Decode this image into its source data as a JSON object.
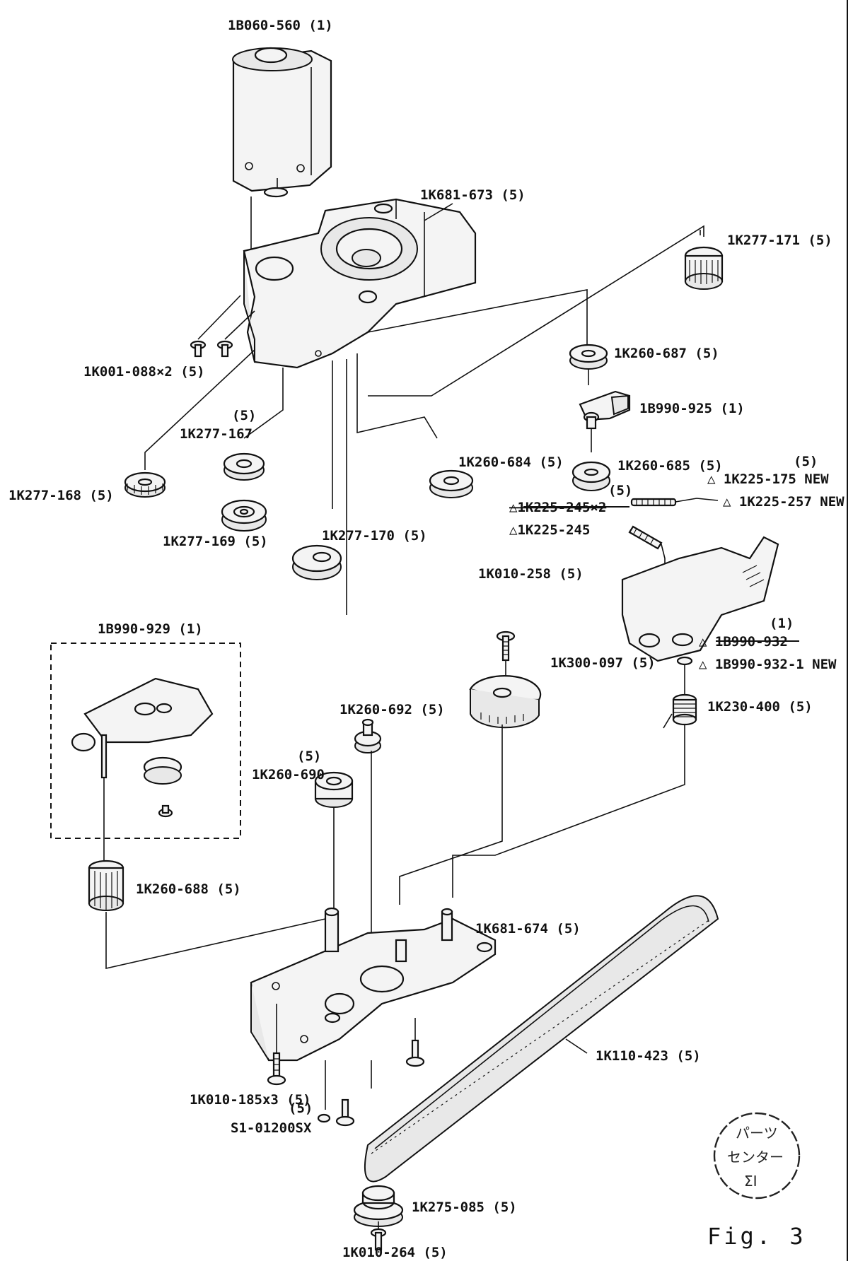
{
  "figure_label": "Fig. 3",
  "labels": {
    "motor": "1B060-560 (1)",
    "upper_frame": "1K681-673 (5)",
    "gear_171": "1K277-171 (5)",
    "screws_088": "1K001-088×2 (5)",
    "gear_687": "1K260-687 (5)",
    "lever_925": "1B990-925 (1)",
    "gear_167_qty": "(5)",
    "gear_167": "1K277-167",
    "gear_168": "1K277-168 (5)",
    "gear_169": "1K277-169 (5)",
    "gear_170": "1K277-170 (5)",
    "gear_684": "1K260-684 (5)",
    "gear_685": "1K260-685 (5)",
    "spring_qty_a": "(5)",
    "spring_175": "△ 1K225-175 NEW",
    "spring_257": "△ 1K225-257 NEW",
    "spring_qty_b": "(5)",
    "spring_245_old": "△1K225-245×2",
    "spring_245": "△1K225-245",
    "screw_258": "1K010-258 (5)",
    "plate_qty": "(1)",
    "plate_932_old": "△ 1B990-932",
    "plate_932_new": "△ 1B990-932-1 NEW",
    "cam_097": "1K300-097 (5)",
    "spring_400": "1K230-400 (5)",
    "assy_929": "1B990-929 (1)",
    "gear_692": "1K260-692 (5)",
    "gear_690_qty": "(5)",
    "gear_690": "1K260-690",
    "gear_688": "1K260-688 (5)",
    "lower_frame": "1K681-674 (5)",
    "belt_423": "1K110-423 (5)",
    "screws_185": "1K010-185x3 (5)",
    "washer_qty": "(5)",
    "washer": "S1-01200SX",
    "pulley_085": "1K275-085 (5)",
    "screw_264": "1K010-264 (5)"
  },
  "stamp": {
    "line1": "パーツ",
    "line2": "センター",
    "line3": "ΣΙ"
  }
}
